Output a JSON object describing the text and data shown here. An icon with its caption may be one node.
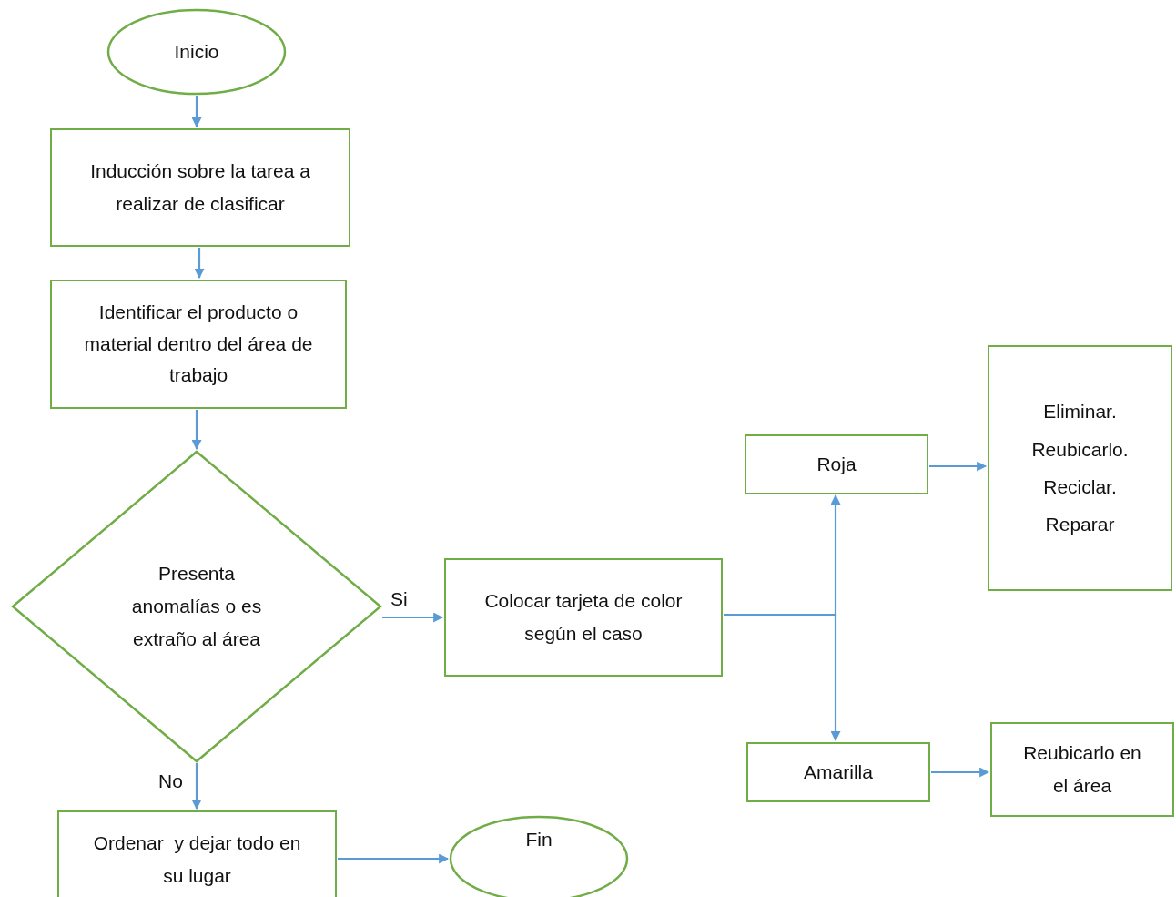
{
  "diagram": {
    "nodes": [
      {
        "text": [
          "Inicio"
        ]
      },
      {
        "text": [
          "Inducción sobre la tarea a realizar de clasificar"
        ]
      },
      {
        "text": [
          "Identificar el producto o material dentro del área de trabajo"
        ]
      },
      {
        "text": [
          "Presenta anomalías o es extraño al área"
        ]
      },
      {
        "text": [
          "Colocar tarjeta de color según el caso"
        ]
      },
      {
        "text": [
          "Roja"
        ]
      },
      {
        "text": [
          "Eliminar.",
          "Reubicarlo.",
          "Reciclar.",
          "Reparar"
        ]
      },
      {
        "text": [
          "Amarilla"
        ]
      },
      {
        "text": [
          "Reubicarlo en el área"
        ]
      },
      {
        "text": [
          "Ordenar  y dejar todo en su lugar"
        ]
      },
      {
        "text": [
          "Fin"
        ]
      }
    ],
    "edges": [
      {
        "from": 0,
        "to": 1,
        "arrow": "to"
      },
      {
        "from": 1,
        "to": 2,
        "arrow": "to"
      },
      {
        "from": 2,
        "to": 3,
        "arrow": "to"
      },
      {
        "from": 3,
        "to": 4,
        "arrow": "to",
        "label": "Si"
      },
      {
        "from": 4,
        "to": 5,
        "arrow": "to"
      },
      {
        "from": 4,
        "to": 7,
        "arrow": "to"
      },
      {
        "from": 5,
        "to": 6,
        "arrow": "to"
      },
      {
        "from": 7,
        "to": 8,
        "arrow": "to"
      },
      {
        "from": 3,
        "to": 9,
        "arrow": "to",
        "label": "No"
      },
      {
        "from": 9,
        "to": 10,
        "arrow": "to"
      }
    ]
  }
}
